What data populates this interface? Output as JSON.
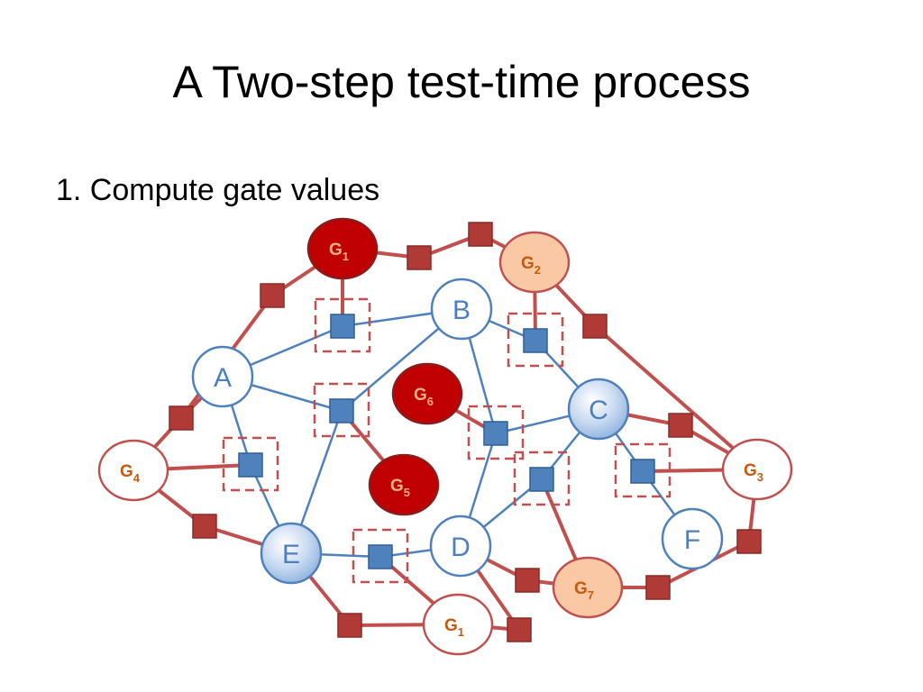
{
  "slide": {
    "title": "A Two-step test-time process",
    "bullet": "1. Compute gate values"
  },
  "colors": {
    "factor_red": "#c0504d",
    "factor_fill": "#b03a36",
    "blue_edge": "#4f81bd",
    "blue_square": "#4f81bd",
    "gate_active_fill": "#c00000",
    "gate_light_fill": "#fac8a4",
    "gate_text_active": "#f4b183",
    "gate_text_orange": "#c55a11",
    "var_text": "#4a7fc1"
  },
  "variables": [
    {
      "id": "A",
      "label": "A",
      "style": "plain"
    },
    {
      "id": "B",
      "label": "B",
      "style": "plain"
    },
    {
      "id": "C",
      "label": "C",
      "style": "shaded"
    },
    {
      "id": "D",
      "label": "D",
      "style": "plain"
    },
    {
      "id": "E",
      "label": "E",
      "style": "shaded"
    },
    {
      "id": "F",
      "label": "F",
      "style": "plain"
    }
  ],
  "gates": [
    {
      "id": "g1top",
      "base": "G",
      "sub": "1",
      "style": "active"
    },
    {
      "id": "g2",
      "base": "G",
      "sub": "2",
      "style": "light"
    },
    {
      "id": "g6",
      "base": "G",
      "sub": "6",
      "style": "active"
    },
    {
      "id": "g5",
      "base": "G",
      "sub": "5",
      "style": "active"
    },
    {
      "id": "g4",
      "base": "G",
      "sub": "4",
      "style": "off"
    },
    {
      "id": "g3",
      "base": "G",
      "sub": "3",
      "style": "off"
    },
    {
      "id": "g7",
      "base": "G",
      "sub": "7",
      "style": "light"
    },
    {
      "id": "g1bot",
      "base": "G",
      "sub": "1",
      "style": "off"
    }
  ]
}
